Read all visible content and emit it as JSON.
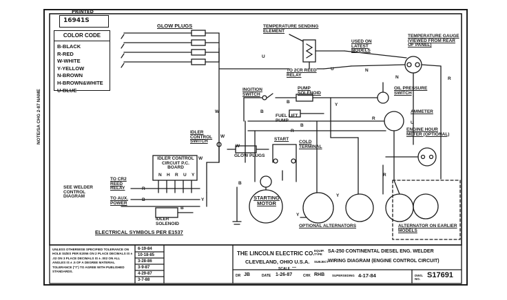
{
  "stamp": {
    "printed": "PRINTED",
    "number": "16941S"
  },
  "color_code": {
    "title": "COLOR CODE",
    "items": [
      "B-BLACK",
      "R-RED",
      "W-WHITE",
      "Y-YELLOW",
      "N-BROWN",
      "H-BROWN&WHITE",
      "U-BLUE"
    ]
  },
  "labels": {
    "glow_plugs_top": "GLOW PLUGS",
    "temp_element": "TEMPERATURE SENDING ELEMENT",
    "used_on": "USED ON LATEST MODELS",
    "temp_gauge": "TEMPERATURE GAUGE (VIEWED FROM REAR OF PANEL)",
    "to_2cr": "TO 2CR REED RELAY",
    "ignition_switch": "INGITION SWITCH",
    "pump_solenoid": "PUMP SOLENOID",
    "fuel_lift_pump": "FUEL LIFT PUMP",
    "oil_pressure": "OIL PRESSURE SWITCH",
    "ammeter": "AMMETER",
    "engine_hour": "ENGINE HOUR METER (OPTIONAL)",
    "idler_control_switch": "IDLER CONTROL SWITCH",
    "start": "START",
    "cold_terminal": "COLD TERMINAL",
    "glow_plugs_mid": "GLOW PLUGS",
    "idler_board": "IDLER CONTROL CIRCUIT P.C. BOARD",
    "to_cr2": "TO CR2 REED RELAY",
    "to_aux": "TO AUX. POWER",
    "see_welder": "SEE WELDER CONTROL DIAGRAM",
    "idler_solenoid": "IDLER SOLENOID",
    "starting_motor": "STARTING MOTOR",
    "optional_alternators": "OPTIONAL ALTERNATORS",
    "alternator_earlier": "ALTERNATOR ON EARLIER MODELS",
    "electrical_symbols": "ELECTRICAL SYMBOLS PER E1537",
    "side_text": "NOTE/SA  CHG 2-87  NAME"
  },
  "wire_letters": [
    "W",
    "W",
    "B",
    "R",
    "U",
    "N",
    "Y",
    "R",
    "B",
    "R",
    "U",
    "B",
    "R",
    "Y",
    "Y",
    "B",
    "W",
    "R",
    "Y",
    "B",
    "N",
    "H",
    "R",
    "B",
    "U",
    "Y",
    "W",
    "U",
    "N"
  ],
  "title_block": {
    "tolerance_note": "UNLESS OTHERWISE SPECIFIED TOLERANCE ON HOLE SIZES PER E2056 ON 2 PLACE DECIMALS IS ± .02 ON 3 PLACE DECIMALS IS ± .002 ON ALL ANGLES IS ± .5 OF A DEGREE MATERIAL TOLERANCE (\"t\") TO AGREE WITH PUBLISHED STANDARDS.",
    "revisions": [
      "6-19-84",
      "10-18-85",
      "3-28-86",
      "3-9-87",
      "4-29-87",
      "3-7-88"
    ],
    "company": "THE LINCOLN ELECTRIC CO.",
    "city": "CLEVELAND, OHIO U.S.A.",
    "equip_label": "EQUIP. TYPE",
    "equip": "SA-250 CONTINENTAL DIESEL ENG. WELDER",
    "subject_label": "SUBJECT",
    "subject": "WIRING DIAGRAM (ENGINE CONTROL CIRCUIT)",
    "scale_label": "SCALE",
    "scale": "—",
    "dr_label": "DR",
    "dr": "JB",
    "date_label": "DATE",
    "date": "1-26-87",
    "chk_label": "CHK",
    "chk": "RHB",
    "sup_label": "SUPERSEDING",
    "superseding": "4-17-84",
    "dwg_label": "DWG. NO.",
    "dwg": "S17691"
  }
}
